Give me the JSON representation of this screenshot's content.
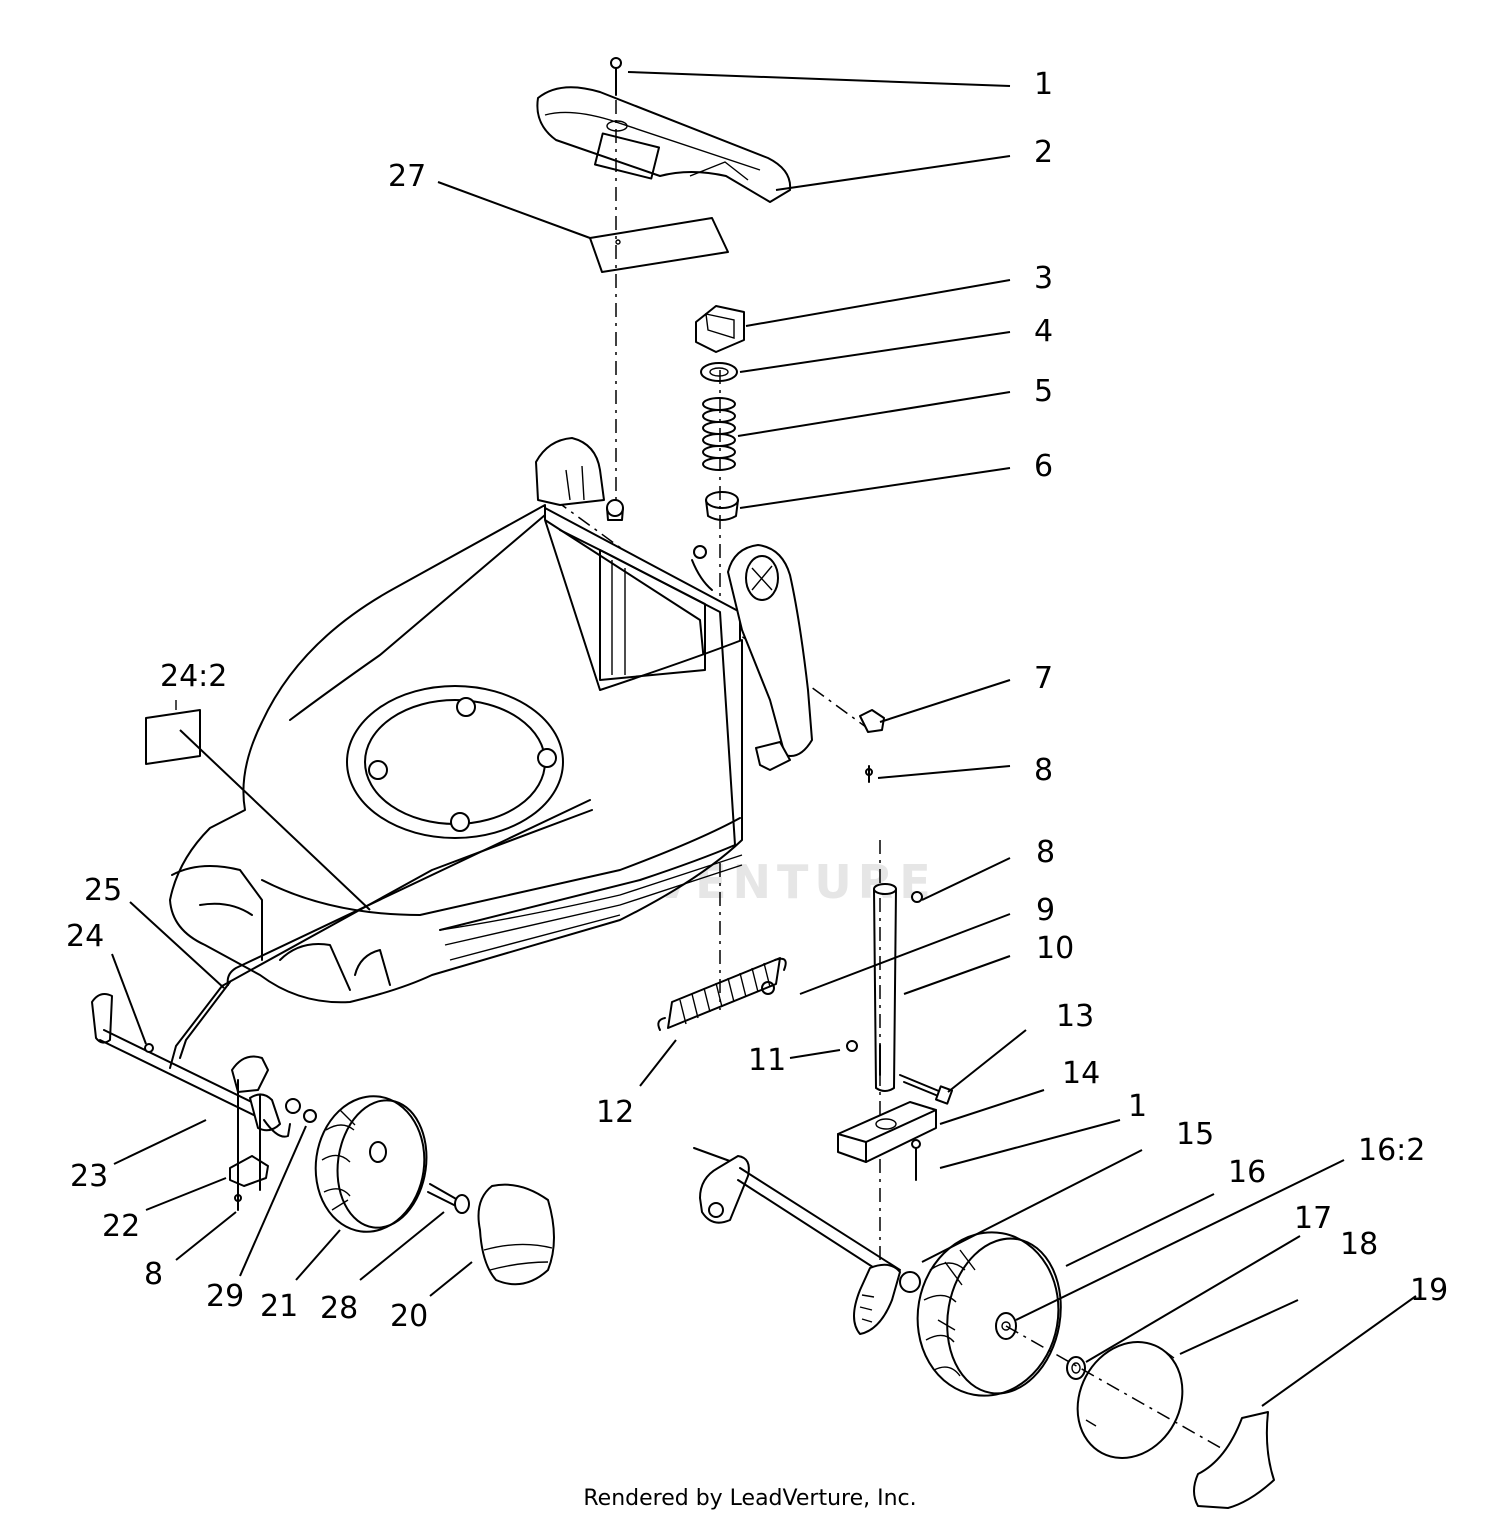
{
  "callouts": {
    "c1a": "1",
    "c2": "2",
    "c27": "27",
    "c3": "3",
    "c4": "4",
    "c5": "5",
    "c6": "6",
    "c7": "7",
    "c8a": "8",
    "c24_2": "24:2",
    "c8b": "8",
    "c25": "25",
    "c9": "9",
    "c24": "24",
    "c10": "10",
    "c13": "13",
    "c11": "11",
    "c14": "14",
    "c12": "12",
    "c1b": "1",
    "c15": "15",
    "c16_2": "16:2",
    "c16": "16",
    "c23": "23",
    "c17": "17",
    "c18": "18",
    "c22": "22",
    "c19": "19",
    "c8c": "8",
    "c29": "29",
    "c21": "21",
    "c28": "28",
    "c20": "20"
  },
  "watermark": "LEADVENTURE",
  "footer": "Rendered by LeadVerture, Inc."
}
